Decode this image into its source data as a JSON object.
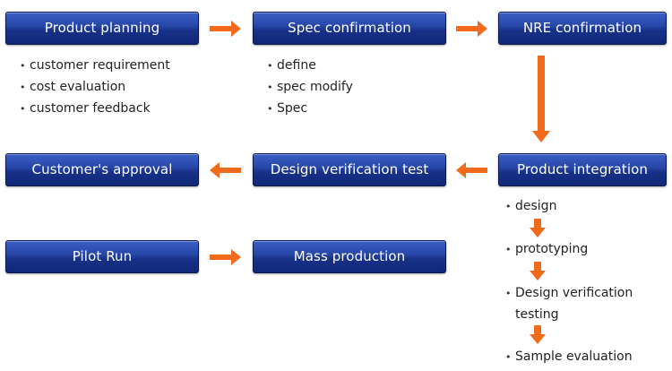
{
  "colors": {
    "box": "#1f3c9c",
    "arrow": "#f26a1b",
    "text": "#222222"
  },
  "steps": {
    "product_planning": "Product planning",
    "spec_confirmation": "Spec confirmation",
    "nre_confirmation": "NRE confirmation",
    "customers_approval": "Customer's approval",
    "design_verification_test": "Design verification test",
    "product_integration": "Product integration",
    "pilot_run": "Pilot Run",
    "mass_production": "Mass production"
  },
  "product_planning_items": [
    "customer requirement",
    "cost evaluation",
    "customer feedback"
  ],
  "spec_confirmation_items": [
    "define",
    "spec modify",
    "Spec"
  ],
  "integration_substeps": {
    "design": "design",
    "prototyping": "prototyping",
    "dvt_line1": "Design verification",
    "dvt_line2": "testing",
    "sample_evaluation": "Sample evaluation"
  }
}
